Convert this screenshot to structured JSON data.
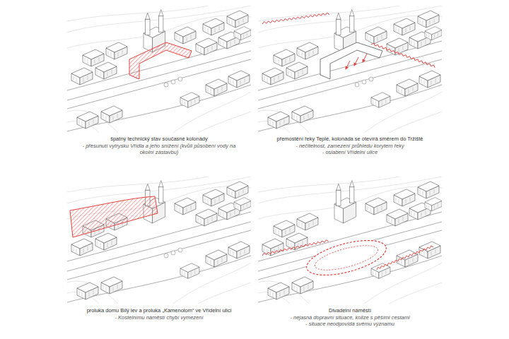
{
  "diagram": {
    "labels": [
      "špatný technický stav současné kolonády",
      "- přesunutí vytrysku Vřídla a jeho snížení (kvůli působení vody na okolní zástavbu)",
      "přemostění řeky Teplé, kolonáda se otevírá směrem do Tržiště",
      "- nečitelnost, zamezení průhledu korytem řeky",
      "- oslabení Vřídelní ulice",
      "proluka domu Bílý lev a proluka „Kamenolom“ ve Vřídelní ulici",
      "- Kostelnímu náměstí chybí vymezení",
      "Divadelní náměstí",
      "- nejasná dopravní situace, kolize s pěšími cestami",
      "- situace neodpovídá svému významu"
    ]
  }
}
